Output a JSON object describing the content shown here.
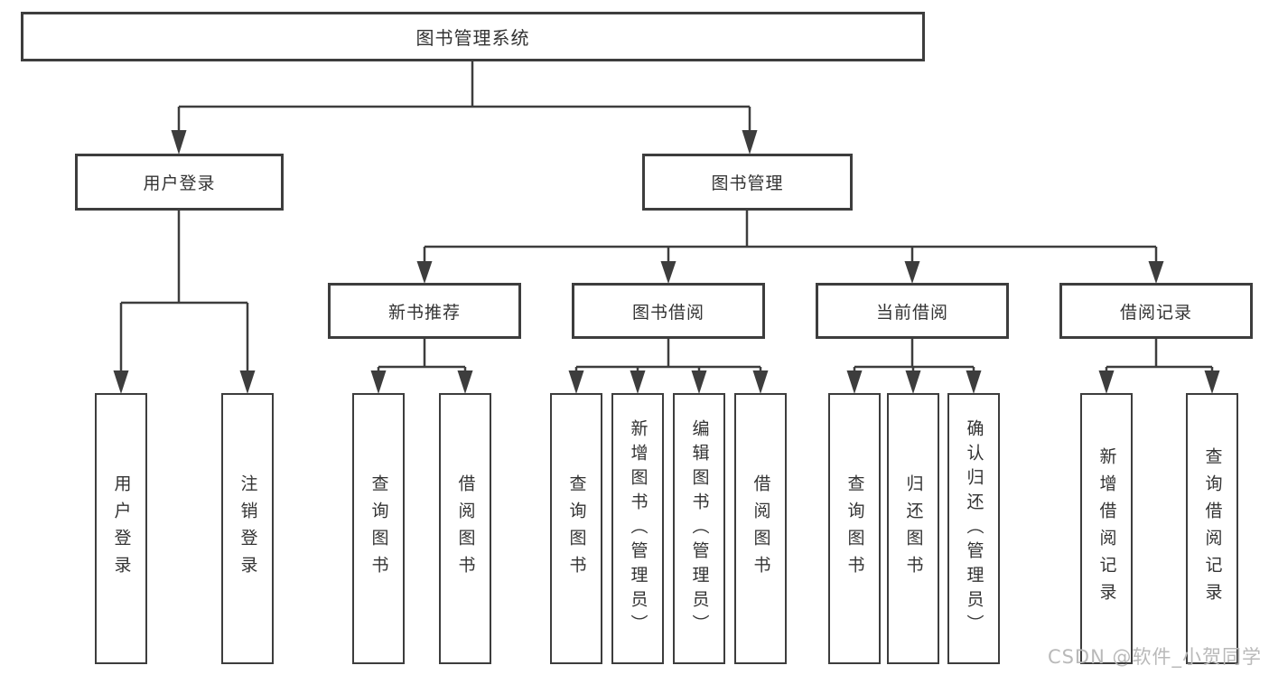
{
  "diagram": {
    "root": {
      "label": "图书管理系统"
    },
    "level2": [
      {
        "label": "用户登录"
      },
      {
        "label": "图书管理"
      }
    ],
    "level3": [
      {
        "label": "新书推荐"
      },
      {
        "label": "图书借阅"
      },
      {
        "label": "当前借阅"
      },
      {
        "label": "借阅记录"
      }
    ],
    "leaves": {
      "user_login": [
        "用户登录",
        "注销登录"
      ],
      "new_book_recommend": [
        "查询图书",
        "借阅图书"
      ],
      "book_borrow": [
        "查询图书",
        "新增图书（管理员）",
        "编辑图书（管理员）",
        "借阅图书"
      ],
      "current_borrow": [
        "查询图书",
        "归还图书",
        "确认归还（管理员）"
      ],
      "borrow_records": [
        "新增借阅记录",
        "查询借阅记录"
      ]
    }
  },
  "watermark": "CSDN @软件_小贺同学",
  "colors": {
    "line": "#3d3d3d",
    "box_background": "#ffffff",
    "text": "#333333",
    "watermark": "#b9b9b9"
  }
}
